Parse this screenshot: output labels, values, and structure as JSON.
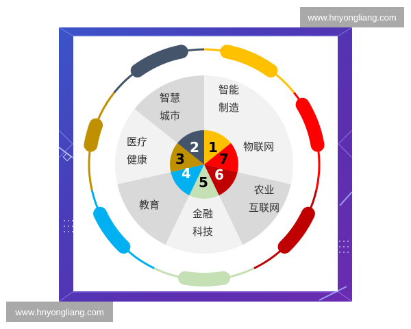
{
  "watermarks": {
    "top": "www.hnyongliang.com",
    "bottom": "www.hnyongliang.com"
  },
  "colors": {
    "frame_purple": "#5a2fb0",
    "slate": "#44546a",
    "yellow": "#ffc000",
    "red": "#ff0000",
    "dark_red": "#c00000",
    "light_green": "#c5e0b4",
    "cyan": "#00b0f0",
    "gold": "#bf9000",
    "gray_light": "#f2f2f2",
    "gray_mid": "#d9d9d9"
  },
  "diagram": {
    "center_numbers": [
      {
        "n": "1",
        "color": "#ffc000",
        "text_color": "#000000"
      },
      {
        "n": "7",
        "color": "#ff0000",
        "text_color": "#000000"
      },
      {
        "n": "6",
        "color": "#c00000",
        "text_color": "#ffffff"
      },
      {
        "n": "5",
        "color": "#c5e0b4",
        "text_color": "#000000"
      },
      {
        "n": "4",
        "color": "#00b0f0",
        "text_color": "#ffffff"
      },
      {
        "n": "3",
        "color": "#bf9000",
        "text_color": "#000000"
      },
      {
        "n": "2",
        "color": "#44546a",
        "text_color": "#ffffff"
      }
    ],
    "segments": [
      {
        "label": "智能\n制造"
      },
      {
        "label": "物联网"
      },
      {
        "label": "农业\n互联网"
      },
      {
        "label": "金融\n科技"
      },
      {
        "label": "教育"
      },
      {
        "label": "医疗\n健康"
      },
      {
        "label": "智慧\n城市"
      }
    ]
  }
}
